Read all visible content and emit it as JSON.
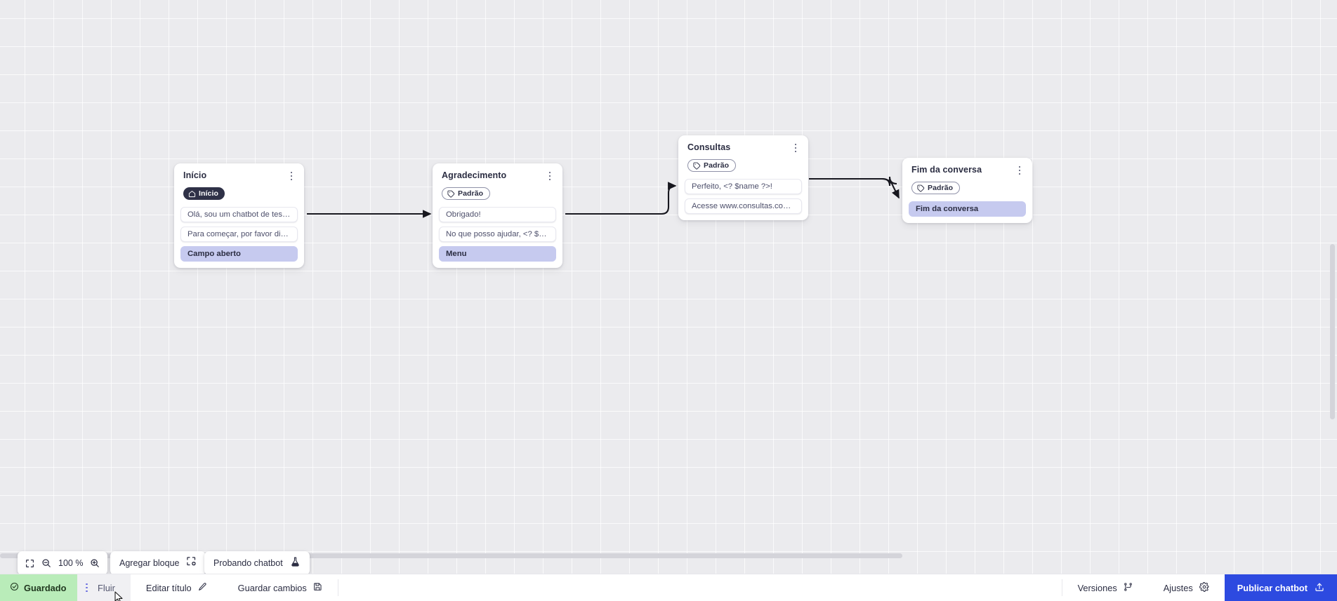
{
  "canvas": {
    "nodes": [
      {
        "id": "inicio",
        "title": "Início",
        "badge": {
          "label": "Início",
          "type": "start",
          "icon": "home-icon"
        },
        "rows": [
          {
            "text": "Olá, sou um chatbot de teste!",
            "accent": false
          },
          {
            "text": "Para começar, por favor digite o ...",
            "accent": false
          },
          {
            "text": "Campo aberto",
            "accent": true
          }
        ]
      },
      {
        "id": "agradecimento",
        "title": "Agradecimento",
        "badge": {
          "label": "Padrão",
          "type": "default",
          "icon": "tag-icon"
        },
        "rows": [
          {
            "text": "Obrigado!",
            "accent": false
          },
          {
            "text": "No que posso ajudar, <? $name ...",
            "accent": false
          },
          {
            "text": "Menu",
            "accent": true
          }
        ]
      },
      {
        "id": "consultas",
        "title": "Consultas",
        "badge": {
          "label": "Padrão",
          "type": "default",
          "icon": "tag-icon"
        },
        "rows": [
          {
            "text": "Perfeito, <? $name ?>!",
            "accent": false
          },
          {
            "text": "Acesse www.consultas.com par...",
            "accent": false
          }
        ]
      },
      {
        "id": "fim",
        "title": "Fim da conversa",
        "badge": {
          "label": "Padrão",
          "type": "default",
          "icon": "tag-icon"
        },
        "rows": [
          {
            "text": "Fim da conversa",
            "accent": true
          }
        ]
      }
    ]
  },
  "toolbar": {
    "fit_icon": "fit-screen-icon",
    "zoom_out_icon": "zoom-out-icon",
    "zoom_in_icon": "zoom-in-icon",
    "zoom_level": "100 %",
    "add_block_label": "Agregar bloque",
    "add_block_icon": "add-block-icon",
    "test_chatbot_label": "Probando chatbot",
    "test_chatbot_icon": "flask-icon"
  },
  "bottom_bar": {
    "saved_label": "Guardado",
    "saved_icon": "check-circle-icon",
    "flow_label": "Fluir",
    "flow_menu_icon": "kebab-icon",
    "edit_title_label": "Editar título",
    "edit_title_icon": "pencil-icon",
    "save_changes_label": "Guardar cambios",
    "save_changes_icon": "floppy-icon",
    "versions_label": "Versiones",
    "versions_icon": "branch-icon",
    "settings_label": "Ajustes",
    "settings_icon": "gear-icon",
    "publish_label": "Publicar chatbot",
    "publish_icon": "upload-icon"
  },
  "colors": {
    "accent_row": "#c6caef",
    "publish_blue": "#2d4ae0",
    "saved_green": "#b9ecb9",
    "badge_dark": "#2f3147",
    "canvas_bg": "#ebebee"
  }
}
